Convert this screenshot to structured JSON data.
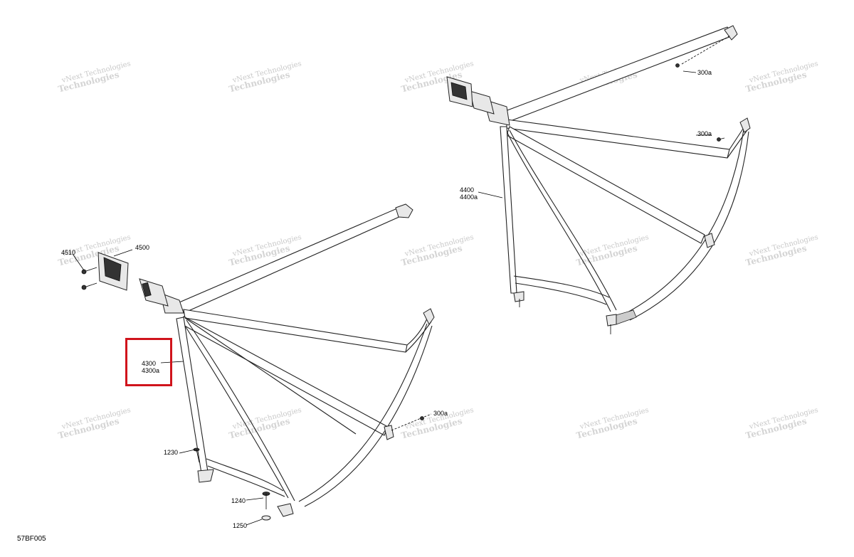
{
  "diagram_code": "57BF005",
  "watermark": {
    "line1": "vNext",
    "line2": "Technologies",
    "full": "vNext Technologies"
  },
  "callouts": {
    "p4510": "4510",
    "p4500": "4500",
    "p4300": "4300",
    "p4300a": "4300a",
    "p1230": "1230",
    "p1240": "1240",
    "p1250": "1250",
    "p300a_left": "300a",
    "p4400": "4400",
    "p4400a": "4400a",
    "p300a_top": "300a",
    "p300a_mid": "300a"
  },
  "highlight": {
    "color": "#d0141c",
    "target": "4300 / 4300a"
  }
}
